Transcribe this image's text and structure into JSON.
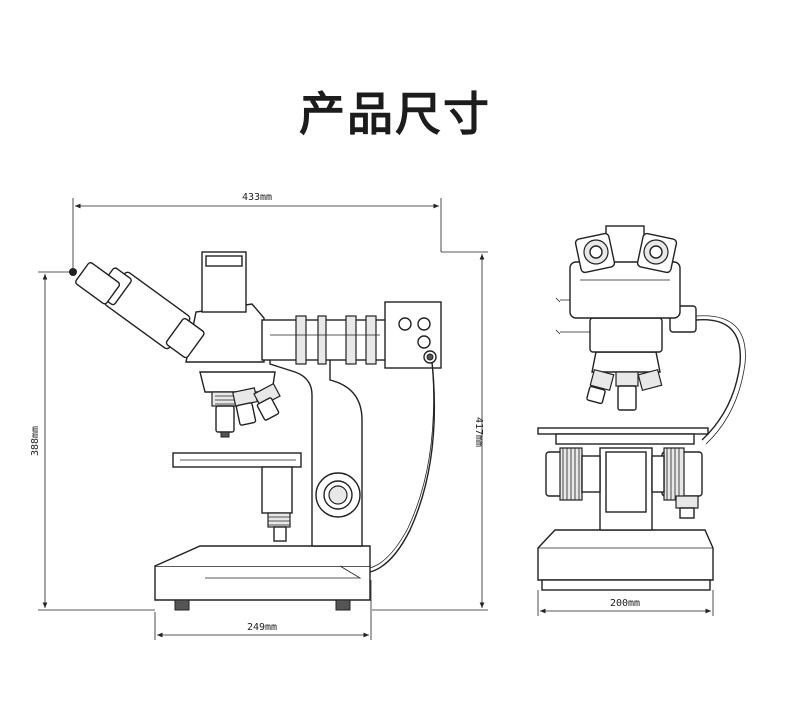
{
  "title": "产品尺寸",
  "dimensions": {
    "side_width": "433mm",
    "side_height_total": "417mm",
    "side_height_body": "388mm",
    "side_base_width": "249mm",
    "front_width": "200mm"
  },
  "colors": {
    "line": "#222222",
    "background": "#ffffff",
    "title": "#1c1c1c"
  }
}
